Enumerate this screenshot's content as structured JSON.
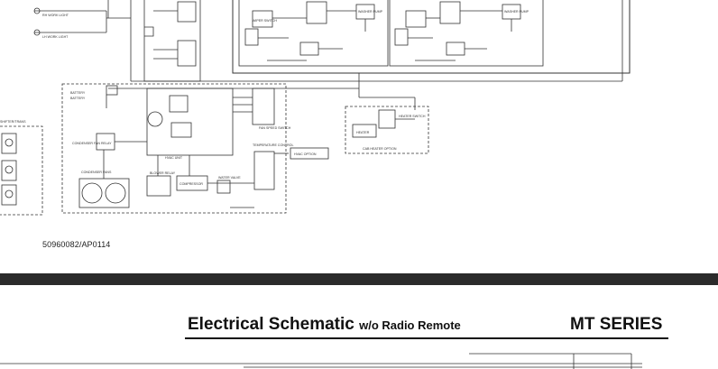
{
  "page1": {
    "figure_id": "50960082/AP0114"
  },
  "page2": {
    "title_main": "Electrical Schematic",
    "title_sub": "w/o Radio Remote",
    "series_label": "MT SERIES"
  },
  "schematic": {
    "labels": {
      "battery_1": "BATTERY",
      "battery_2": "BATTERY",
      "hvac_unit": "HVAC UNIT",
      "hvac_option": "HVAC OPTION",
      "heater": "HEATER",
      "heater_switch": "HEATER SWITCH",
      "cab_heater_option": "CAB HEATER OPTION",
      "temperature_control": "TEMPERATURE CONTROL",
      "fan_speed_switch": "FAN SPEED SWITCH",
      "condenser_fan_relay": "CONDENSER FAN RELAY",
      "condenser_fans": "CONDENSER FANS",
      "blower_relay": "BLOWER RELAY",
      "compressor": "COMPRESSOR",
      "water_valve": "WATER VALVE",
      "washer_pump_1": "WASHER PUMP",
      "washer_pump_2": "WASHER PUMP",
      "rh_work_light": "RH WORK LIGHT",
      "lh_work_light": "LH WORK LIGHT",
      "shifter_trans": "SHIFTER/TRANS",
      "wiper_switch": "WIPER SWITCH"
    }
  }
}
